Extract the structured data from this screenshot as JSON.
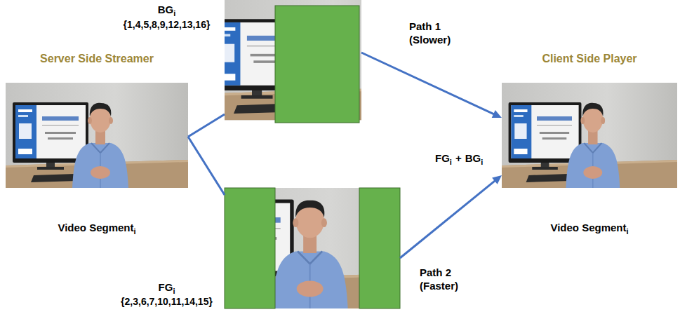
{
  "diagram": {
    "nodes": [
      {
        "text": [
          "Server Side Streamer",
          "Video Segment",
          "i"
        ]
      },
      {
        "text": [
          "BG",
          "i",
          "{1,4,5,8,9,12,13,16}"
        ]
      },
      {
        "text": [
          "FG",
          "i",
          "{2,3,6,7,10,11,14,15}"
        ]
      },
      {
        "text": [
          "Client Side Player",
          "Video Segment",
          "i"
        ]
      }
    ],
    "edges": [
      {
        "from": 0,
        "to": 1,
        "arrow": "none"
      },
      {
        "from": 0,
        "to": 2,
        "arrow": "none"
      },
      {
        "from": 1,
        "to": 3,
        "label": "Path 1 (Slower)",
        "arrow": "to"
      },
      {
        "from": 2,
        "to": 3,
        "label": "Path 2 (Faster)",
        "arrow": "to"
      }
    ],
    "labels": [
      "FG",
      "i",
      "+",
      "BG",
      "i"
    ]
  }
}
